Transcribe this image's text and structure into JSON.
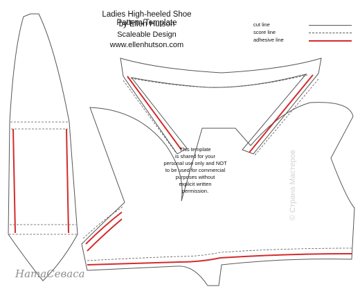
{
  "header": {
    "title": "Ladies High-heeled Shoe Pattern/Template",
    "author": "by Ellen Hutson",
    "design": "Scaleable Design",
    "url": "www.ellenhutson.com"
  },
  "legend": {
    "items": [
      {
        "label": "cut line",
        "style": "solid",
        "color": "#555555"
      },
      {
        "label": "score line",
        "style": "dashed",
        "color": "#555555"
      },
      {
        "label": "adhesive line",
        "style": "solid",
        "color": "#d42a2a"
      }
    ]
  },
  "notice": "This template\nis shared for your\npersonal use only and NOT\nto be used for commercial\npurposes without\nexplicit written\npermission.",
  "watermarks": {
    "left": "НатаСеваса",
    "right": "© Страна Мастеров"
  },
  "colors": {
    "cut": "#555555",
    "score": "#555555",
    "adhesive": "#d42a2a"
  }
}
